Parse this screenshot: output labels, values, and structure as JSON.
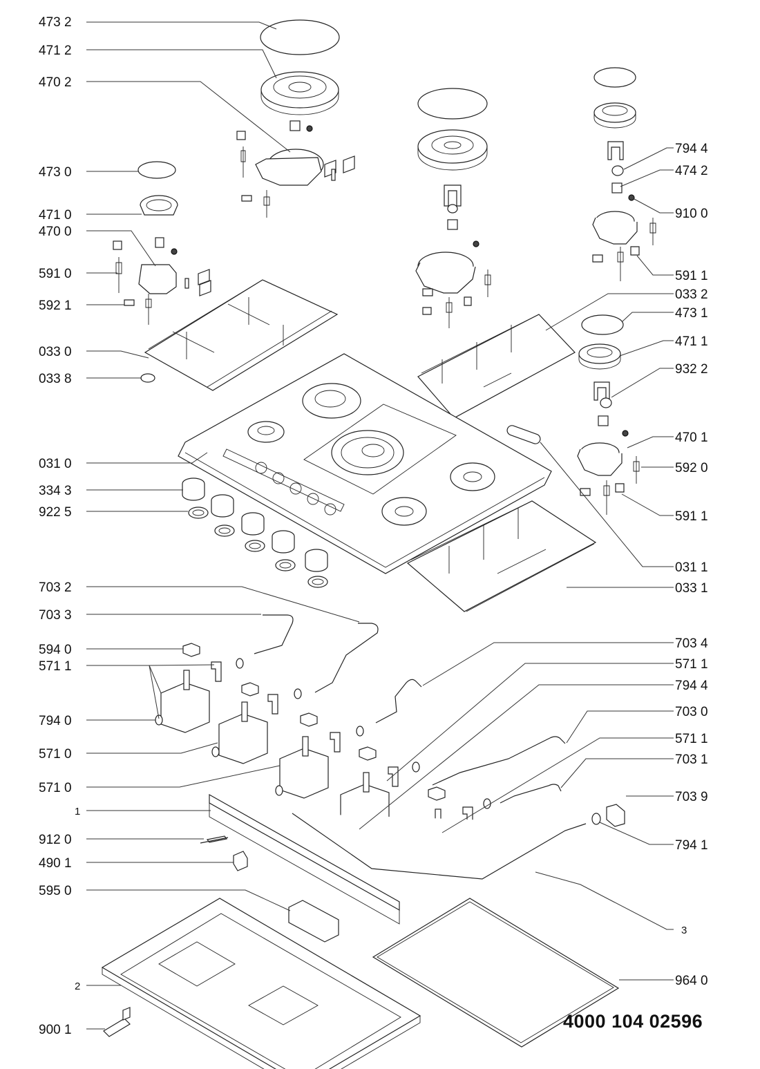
{
  "document": {
    "type": "exploded-parts-diagram",
    "subject": "Gas hob",
    "document_number": "4000 104 02596"
  },
  "callouts_left": [
    {
      "id": "473-2",
      "label": "473 2"
    },
    {
      "id": "471-2",
      "label": "471 2"
    },
    {
      "id": "470-2",
      "label": "470 2"
    },
    {
      "id": "473-0",
      "label": "473 0"
    },
    {
      "id": "471-0",
      "label": "471 0"
    },
    {
      "id": "470-0",
      "label": "470 0"
    },
    {
      "id": "591-0",
      "label": "591 0"
    },
    {
      "id": "592-1",
      "label": "592 1"
    },
    {
      "id": "033-0",
      "label": "033 0"
    },
    {
      "id": "033-8",
      "label": "033 8"
    },
    {
      "id": "031-0",
      "label": "031 0"
    },
    {
      "id": "334-3",
      "label": "334 3"
    },
    {
      "id": "922-5",
      "label": "922 5"
    },
    {
      "id": "703-2",
      "label": "703 2"
    },
    {
      "id": "703-3",
      "label": "703 3"
    },
    {
      "id": "594-0",
      "label": "594 0"
    },
    {
      "id": "571-1",
      "label": "571 1"
    },
    {
      "id": "794-0",
      "label": "794 0"
    },
    {
      "id": "571-0a",
      "label": "571 0"
    },
    {
      "id": "571-0b",
      "label": "571 0"
    },
    {
      "id": "1",
      "label": "1"
    },
    {
      "id": "912-0",
      "label": "912 0"
    },
    {
      "id": "490-1",
      "label": "490 1"
    },
    {
      "id": "595-0",
      "label": "595 0"
    },
    {
      "id": "2",
      "label": "2"
    },
    {
      "id": "900-1",
      "label": "900 1"
    }
  ],
  "callouts_right": [
    {
      "id": "794-4a",
      "label": "794 4"
    },
    {
      "id": "474-2",
      "label": "474 2"
    },
    {
      "id": "910-0",
      "label": "910 0"
    },
    {
      "id": "591-1a",
      "label": "591 1"
    },
    {
      "id": "033-2",
      "label": "033 2"
    },
    {
      "id": "473-1",
      "label": "473 1"
    },
    {
      "id": "471-1",
      "label": "471 1"
    },
    {
      "id": "932-2",
      "label": "932 2"
    },
    {
      "id": "470-1",
      "label": "470 1"
    },
    {
      "id": "592-0",
      "label": "592 0"
    },
    {
      "id": "591-1b",
      "label": "591 1"
    },
    {
      "id": "031-1",
      "label": "031 1"
    },
    {
      "id": "033-1",
      "label": "033 1"
    },
    {
      "id": "703-4",
      "label": "703 4"
    },
    {
      "id": "571-1b",
      "label": "571 1"
    },
    {
      "id": "794-4b",
      "label": "794 4"
    },
    {
      "id": "703-0",
      "label": "703 0"
    },
    {
      "id": "571-1c",
      "label": "571 1"
    },
    {
      "id": "703-1",
      "label": "703 1"
    },
    {
      "id": "703-9",
      "label": "703 9"
    },
    {
      "id": "794-1",
      "label": "794 1"
    },
    {
      "id": "3",
      "label": "3"
    },
    {
      "id": "964-0",
      "label": "964 0"
    }
  ]
}
